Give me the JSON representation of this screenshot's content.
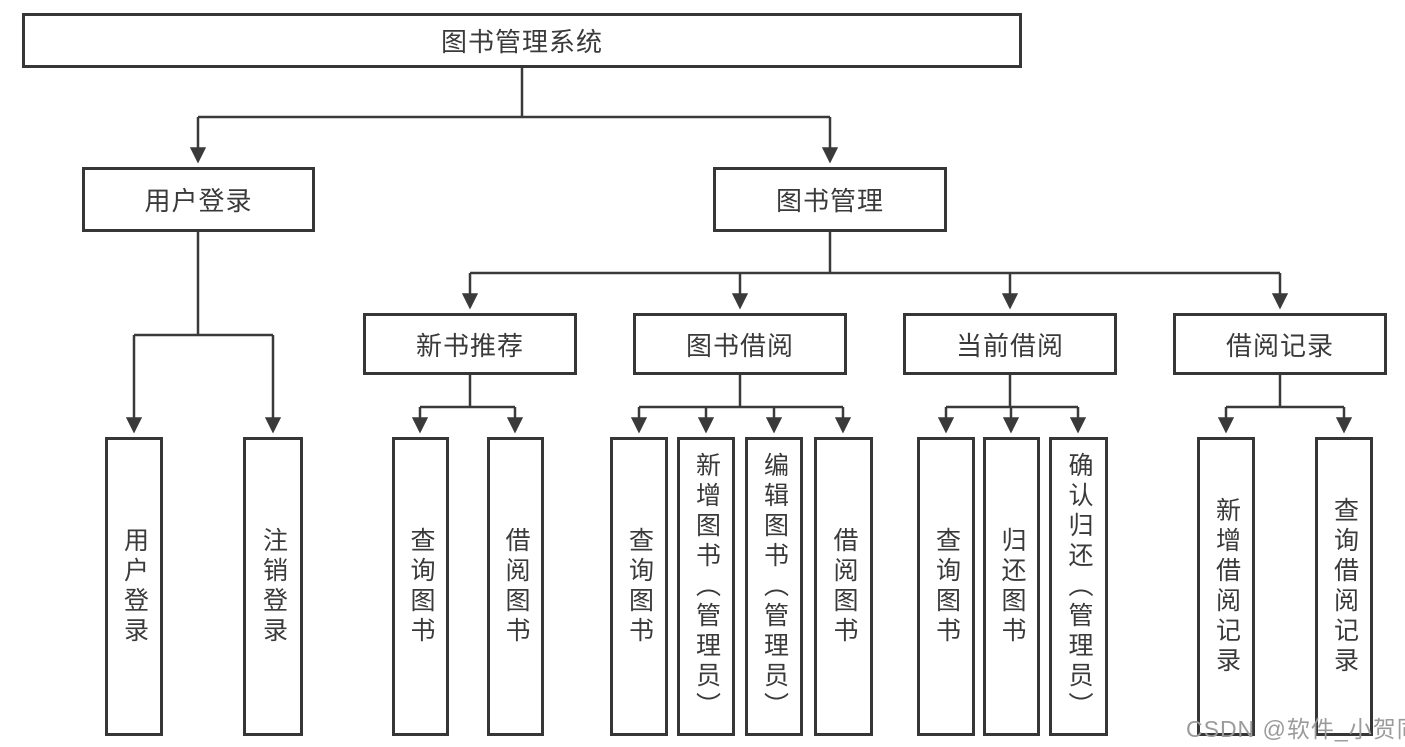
{
  "colors": {
    "line": "#3a3a3a",
    "box_border": "#363636",
    "text": "#3a3a3a",
    "watermark": "#9b9b9b",
    "background": "#ffffff"
  },
  "nodes": {
    "root": {
      "label": "图书管理系统"
    },
    "user_login": {
      "label": "用户登录"
    },
    "book_mgmt": {
      "label": "图书管理"
    },
    "new_book_rec": {
      "label": "新书推荐"
    },
    "book_borrow": {
      "label": "图书借阅"
    },
    "current_borrow": {
      "label": "当前借阅"
    },
    "borrow_records": {
      "label": "借阅记录"
    },
    "leaf_login": {
      "label": "用户登录"
    },
    "leaf_logout": {
      "label": "注销登录"
    },
    "leaf_nbr_query": {
      "label": "查询图书"
    },
    "leaf_nbr_borrow": {
      "label": "借阅图书"
    },
    "leaf_bb_query": {
      "label": "查询图书"
    },
    "leaf_bb_add": {
      "label": "新增图书（管理员）"
    },
    "leaf_bb_edit": {
      "label": "编辑图书（管理员）"
    },
    "leaf_bb_borrow": {
      "label": "借阅图书"
    },
    "leaf_cb_query": {
      "label": "查询图书"
    },
    "leaf_cb_return": {
      "label": "归还图书"
    },
    "leaf_cb_confirm": {
      "label": "确认归还（管理员）"
    },
    "leaf_br_add": {
      "label": "新增借阅记录"
    },
    "leaf_br_query": {
      "label": "查询借阅记录"
    }
  },
  "watermark": {
    "text": "CSDN @软件_小贺同学"
  }
}
